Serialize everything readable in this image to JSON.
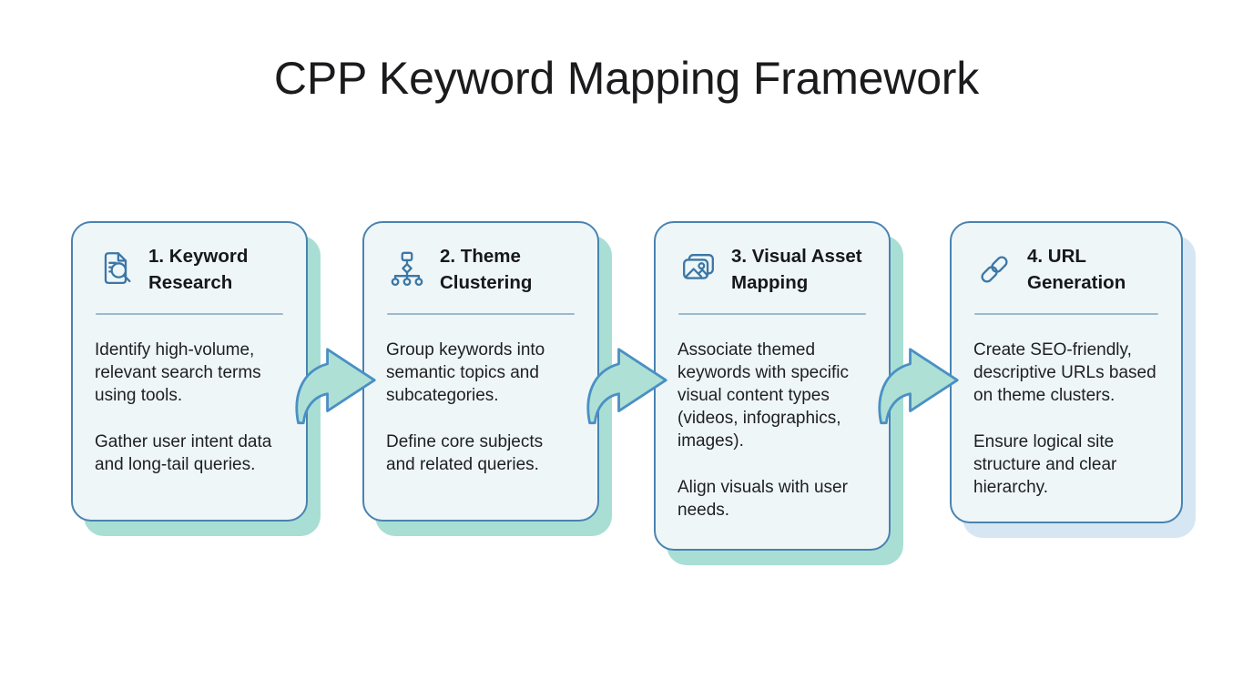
{
  "title": "CPP Keyword Mapping Framework",
  "cards": [
    {
      "icon": "document-search-icon",
      "heading": "1. Keyword Research",
      "body": [
        "Identify high-volume, relevant search terms using tools.",
        "Gather user intent data and long-tail queries."
      ]
    },
    {
      "icon": "sitemap-icon",
      "heading": "2. Theme Clustering",
      "body": [
        "Group keywords into semantic topics and subcategories.",
        "Define core subjects and related queries."
      ]
    },
    {
      "icon": "image-icon",
      "heading": "3. Visual Asset Mapping",
      "body": [
        "Associate themed keywords with specific visual content types (videos, infographics, images).",
        "Align visuals with user needs."
      ]
    },
    {
      "icon": "link-icon",
      "heading": "4. URL Generation",
      "body": [
        "Create SEO-friendly, descriptive URLs based on theme clusters.",
        "Ensure logical site structure and clear hierarchy."
      ]
    }
  ],
  "colors": {
    "title_color": "#1b1b1d",
    "text_color": "#1e1f21",
    "card_fill": "#eff6f8",
    "card_border": "#4983b1",
    "shadow_teal": "#a9ded4",
    "shadow_blue": "#d6e7f3",
    "divider": "#9db9ce",
    "icon_stroke": "#3b77a6",
    "arrow_fill": "#aee0d6",
    "arrow_stroke": "#4a90c4"
  }
}
